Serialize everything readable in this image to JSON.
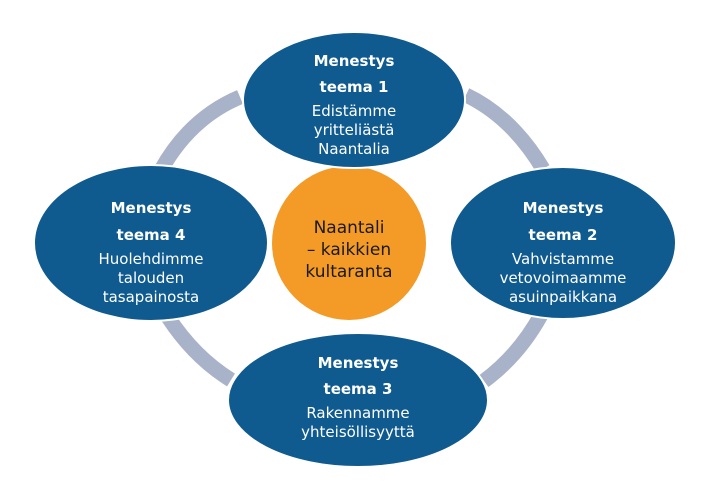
{
  "colors": {
    "node_fill": "#0f5a8e",
    "node_stroke": "#ffffff",
    "center_fill": "#f39a27",
    "ring": "#a8b2c9"
  },
  "center": {
    "lines": [
      "Naantali",
      "– kaikkien",
      "kultaranta"
    ]
  },
  "themes": [
    {
      "title_lines": [
        "Menestys",
        "teema 1"
      ],
      "body_lines": [
        "Edistämme",
        "yritteliästä",
        "Naantalia"
      ]
    },
    {
      "title_lines": [
        "Menestys",
        "teema 2"
      ],
      "body_lines": [
        "Vahvistamme",
        "vetovoimaamme",
        "asuinpaikkana"
      ]
    },
    {
      "title_lines": [
        "Menestys",
        "teema 3"
      ],
      "body_lines": [
        "Rakennamme",
        "yhteisöllisyyttä"
      ]
    },
    {
      "title_lines": [
        "Menestys",
        "teema 4"
      ],
      "body_lines": [
        "Huolehdimme",
        "talouden",
        "tasapainosta"
      ]
    }
  ]
}
